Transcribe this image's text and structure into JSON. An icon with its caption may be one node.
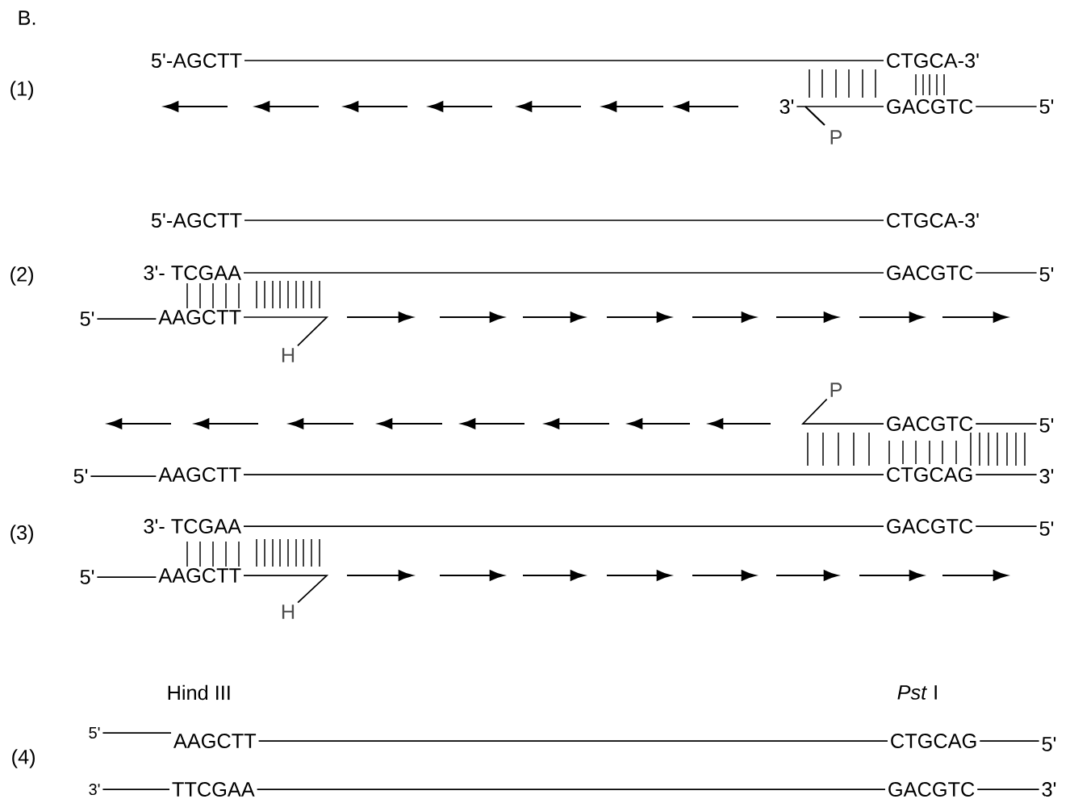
{
  "diagram": {
    "nodes": [
      {
        "text": [
          "5'-AGCTT"
        ]
      },
      {
        "text": [
          "CTGCA-3'"
        ]
      },
      {
        "text": [
          "3'"
        ]
      },
      {
        "text": [
          "GACGTC"
        ]
      },
      {
        "text": [
          "5'"
        ]
      },
      {
        "text": [
          "5'-AGCTT"
        ]
      },
      {
        "text": [
          "CTGCA-3'"
        ]
      },
      {
        "text": [
          "3'- TCGAA"
        ]
      },
      {
        "text": [
          "GACGTC"
        ]
      },
      {
        "text": [
          "5'"
        ]
      },
      {
        "text": [
          "5'"
        ]
      },
      {
        "text": [
          "AAGCTT"
        ]
      },
      {
        "text": [
          "GACGTC"
        ]
      },
      {
        "text": [
          "5'"
        ]
      },
      {
        "text": [
          "5'"
        ]
      },
      {
        "text": [
          "AAGCTT"
        ]
      },
      {
        "text": [
          "CTGCAG"
        ]
      },
      {
        "text": [
          "3'"
        ]
      },
      {
        "text": [
          "3'- TCGAA"
        ]
      },
      {
        "text": [
          "GACGTC"
        ]
      },
      {
        "text": [
          "5'"
        ]
      },
      {
        "text": [
          "5'"
        ]
      },
      {
        "text": [
          "AAGCTT"
        ]
      },
      {
        "text": [
          "5'"
        ]
      },
      {
        "text": [
          "AAGCTT"
        ]
      },
      {
        "text": [
          "CTGCAG"
        ]
      },
      {
        "text": [
          "5'"
        ]
      },
      {
        "text": [
          "3'"
        ]
      },
      {
        "text": [
          "TTCGAA"
        ]
      },
      {
        "text": [
          "GACGTC"
        ]
      },
      {
        "text": [
          "3'"
        ]
      },
      {
        "text": [
          "P"
        ]
      },
      {
        "text": [
          "H"
        ]
      },
      {
        "text": [
          "H"
        ]
      }
    ],
    "edges": [
      {
        "from": 0,
        "to": 1,
        "arrow": "none"
      },
      {
        "from": 2,
        "to": 3,
        "arrow": "none"
      },
      {
        "from": 3,
        "to": 4,
        "arrow": "none"
      },
      {
        "from": 5,
        "to": 6,
        "arrow": "none"
      },
      {
        "from": 7,
        "to": 8,
        "arrow": "none"
      },
      {
        "from": 8,
        "to": 9,
        "arrow": "none"
      },
      {
        "from": 10,
        "to": 11,
        "arrow": "none"
      },
      {
        "from": 11,
        "to": 32,
        "arrow": "none"
      },
      {
        "from": 31,
        "to": 12,
        "arrow": "none"
      },
      {
        "from": 12,
        "to": 13,
        "arrow": "none"
      },
      {
        "from": 14,
        "to": 15,
        "arrow": "none"
      },
      {
        "from": 15,
        "to": 16,
        "arrow": "none"
      },
      {
        "from": 16,
        "to": 17,
        "arrow": "none"
      },
      {
        "from": 18,
        "to": 19,
        "arrow": "none"
      },
      {
        "from": 19,
        "to": 20,
        "arrow": "none"
      },
      {
        "from": 21,
        "to": 22,
        "arrow": "none"
      },
      {
        "from": 22,
        "to": 33,
        "arrow": "none"
      },
      {
        "from": 23,
        "to": 24,
        "arrow": "none"
      },
      {
        "from": 24,
        "to": 25,
        "arrow": "none"
      },
      {
        "from": 25,
        "to": 26,
        "arrow": "none"
      },
      {
        "from": 27,
        "to": 28,
        "arrow": "none"
      },
      {
        "from": 28,
        "to": 29,
        "arrow": "none"
      },
      {
        "from": 29,
        "to": 30,
        "arrow": "none"
      }
    ],
    "labels": [
      "B.",
      "(1)",
      "P",
      "(2)",
      "(3)",
      "Hind  III",
      "*Pst*  I",
      "(4)"
    ]
  }
}
